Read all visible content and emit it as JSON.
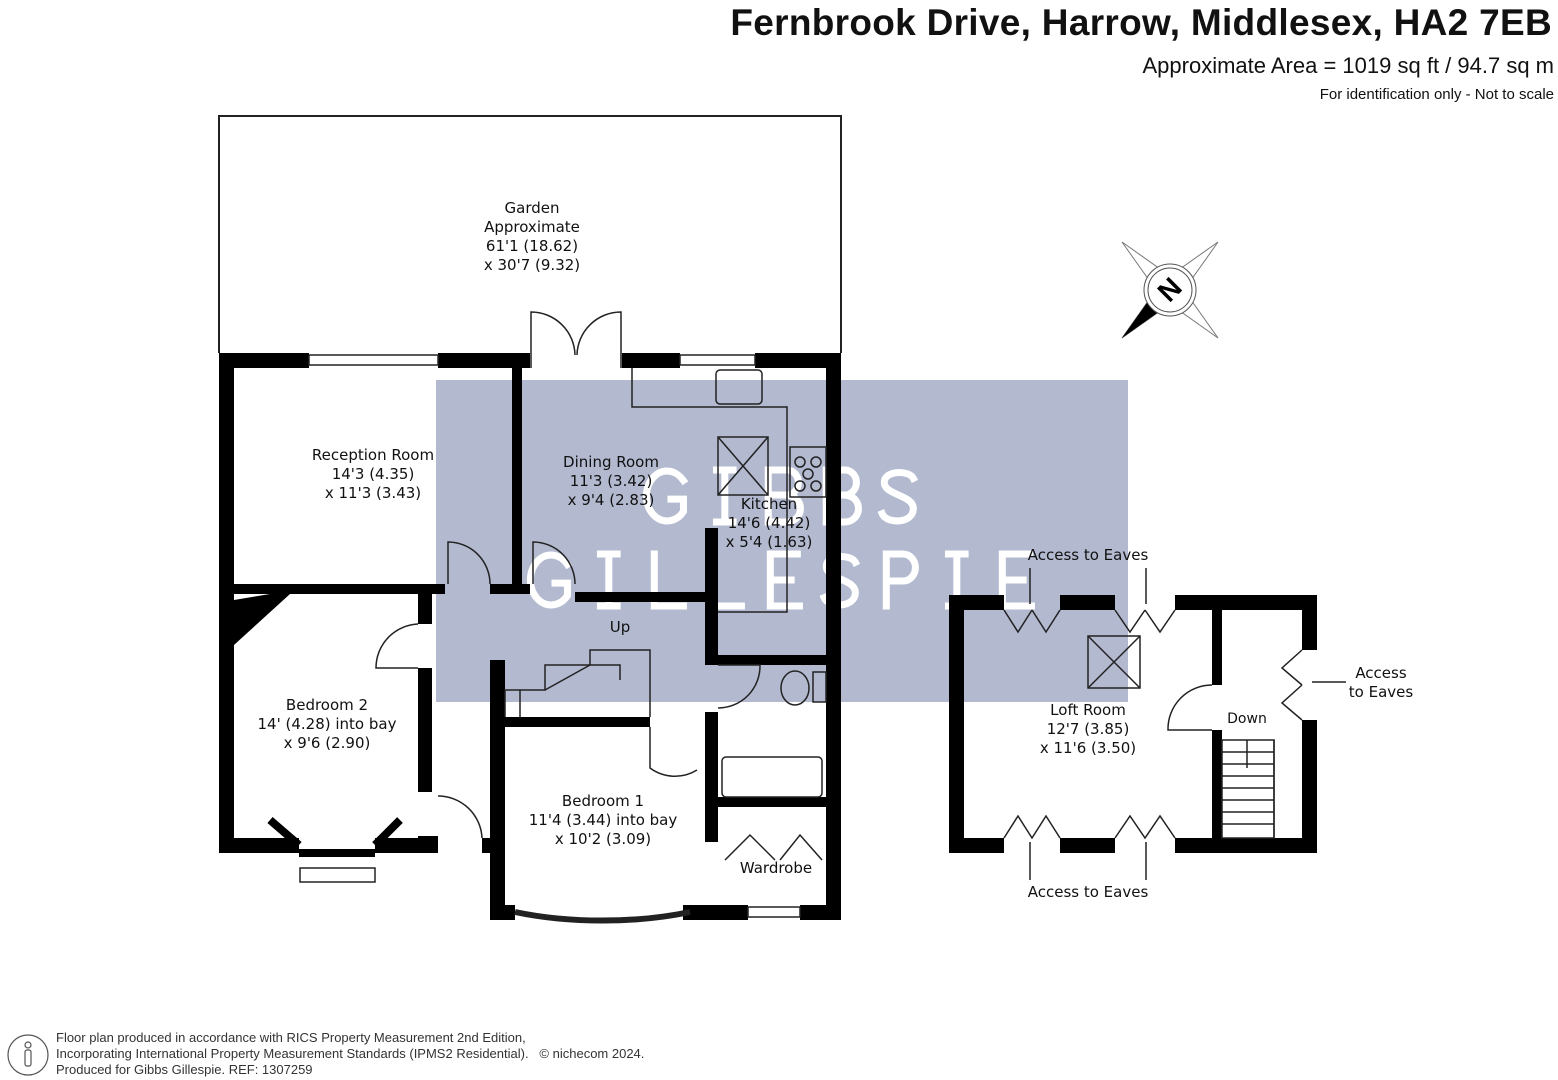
{
  "header": {
    "title": "Fernbrook Drive, Harrow, Middlesex, HA2 7EB",
    "area": "Approximate Area = 1019 sq ft / 94.7 sq m",
    "identification": "For identification only - Not to scale"
  },
  "rooms": {
    "garden": [
      "Garden",
      "Approximate",
      "61'1 (18.62)",
      "x 30'7 (9.32)"
    ],
    "reception": [
      "Reception Room",
      "14'3 (4.35)",
      "x 11'3 (3.43)"
    ],
    "dining": [
      "Dining Room",
      "11'3 (3.42)",
      "x 9'4 (2.83)"
    ],
    "kitchen": [
      "Kitchen",
      "14'6 (4.42)",
      "x 5'4 (1.63)"
    ],
    "bedroom2": [
      "Bedroom 2",
      "14' (4.28) into bay",
      "x 9'6 (2.90)"
    ],
    "bedroom1": [
      "Bedroom 1",
      "11'4 (3.44) into bay",
      "x 10'2 (3.09)"
    ],
    "loft": [
      "Loft Room",
      "12'7 (3.85)",
      "x 11'6 (3.50)"
    ],
    "wardrobe": "Wardrobe",
    "up": "Up",
    "down": "Down"
  },
  "eaves": {
    "top": "Access to Eaves",
    "bottom": "Access to Eaves",
    "right": [
      "Access",
      "to Eaves"
    ]
  },
  "compass": {
    "label": "N"
  },
  "watermark": {
    "line1": "GIBBS",
    "line2": "GILLESPIE",
    "color": "#b3b9cf"
  },
  "footer": {
    "line1": "Floor plan produced in accordance with RICS Property Measurement 2nd Edition,",
    "line2": "Incorporating International Property Measurement Standards (IPMS2 Residential).",
    "copyright": "© nichecom 2024.",
    "line3": "Produced for Gibbs Gillespie.   REF:  1307259"
  }
}
